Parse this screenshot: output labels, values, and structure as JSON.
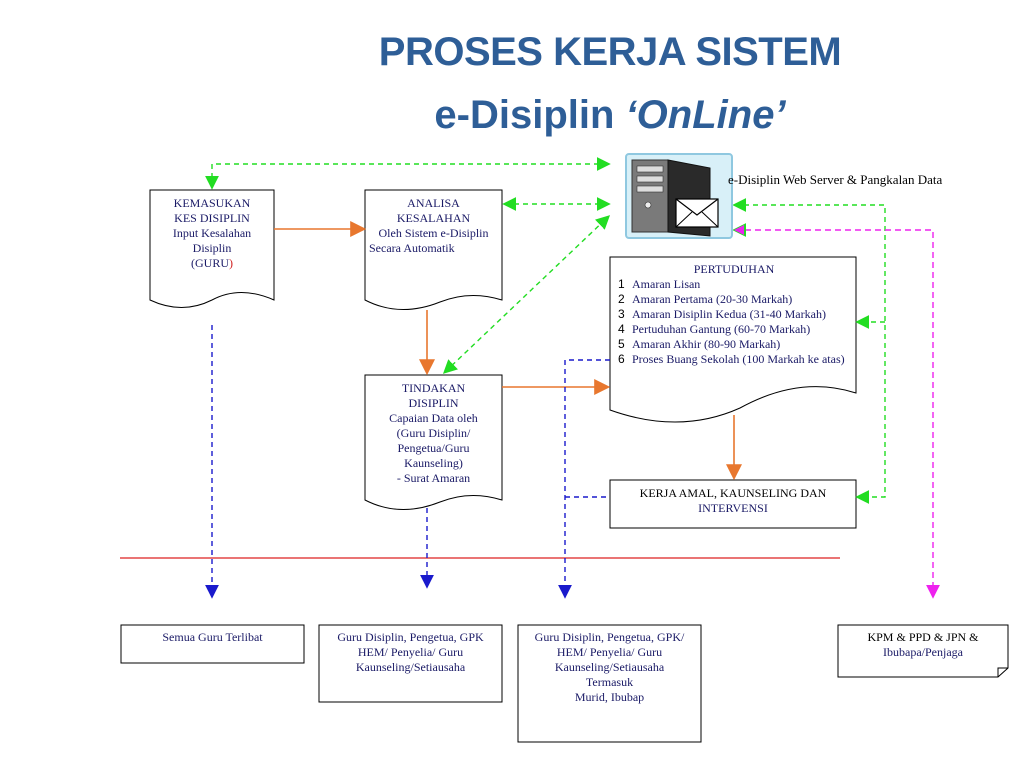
{
  "title": {
    "line1": "PROSES KERJA SISTEM",
    "line2_prefix": "e-Disiplin ",
    "line2_italic": "‘OnLine’"
  },
  "server": {
    "label": "e-Disiplin Web Server & Pangkalan Data",
    "icon": "server-mail-icon"
  },
  "kemasukan": {
    "l1": "KEMASUKAN",
    "l2": "KES DISIPLIN",
    "l3": "Input Kesalahan",
    "l4": "Disiplin",
    "l5a": "(GURU",
    "l5b": ")"
  },
  "analisa": {
    "l1": "ANALISA",
    "l2": "KESALAHAN",
    "l3": "Oleh  Sistem  e-Disiplin",
    "l4": "Secara Automatik"
  },
  "tindakan": {
    "l1": "TINDAKAN",
    "l2": "DISIPLIN",
    "l3": "Capaian Data oleh",
    "l4": "(Guru Disiplin/",
    "l5": "Pengetua/Guru",
    "l6": "Kaunseling)",
    "l7": "- Surat Amaran"
  },
  "pertuduhan": {
    "heading": "PERTUDUHAN",
    "items": [
      {
        "n": "1",
        "text": "Amaran Lisan"
      },
      {
        "n": "2",
        "text": "Amaran Pertama (20-30 Markah)"
      },
      {
        "n": "3",
        "text": "Amaran Disiplin Kedua (31-40 Markah)"
      },
      {
        "n": "4",
        "text": "Pertuduhan Gantung (60-70 Markah)"
      },
      {
        "n": "5",
        "text": "Amaran Akhir (80-90 Markah)"
      },
      {
        "n": "6",
        "text": "Proses Buang Sekolah (100 Markah ke atas)"
      }
    ]
  },
  "kerja_amal": {
    "l1": "KERJA AMAL, KAUNSELING DAN",
    "l2": "INTERVENSI"
  },
  "bottom": {
    "b1": "Semua Guru Terlibat",
    "b2": {
      "l1": "Guru Disiplin, Pengetua, GPK",
      "l2": "HEM/ Penyelia/ Guru",
      "l3": "Kaunseling/Setiausaha"
    },
    "b3": {
      "l1": "Guru Disiplin, Pengetua, GPK/",
      "l2": "HEM/ Penyelia/ Guru",
      "l3": "Kaunseling/Setiausaha",
      "l4": "Termasuk",
      "l5": "Murid, Ibubap"
    },
    "b4": {
      "l1": "KPM & PPD & JPN &",
      "l2": "Ibubapa/Penjaga"
    }
  },
  "colors": {
    "title": "#2e5e97",
    "orange": "#e8772e",
    "green": "#22dd22",
    "blue": "#1a1acc",
    "magenta": "#ee22ee",
    "red_line": "#dd2222"
  }
}
